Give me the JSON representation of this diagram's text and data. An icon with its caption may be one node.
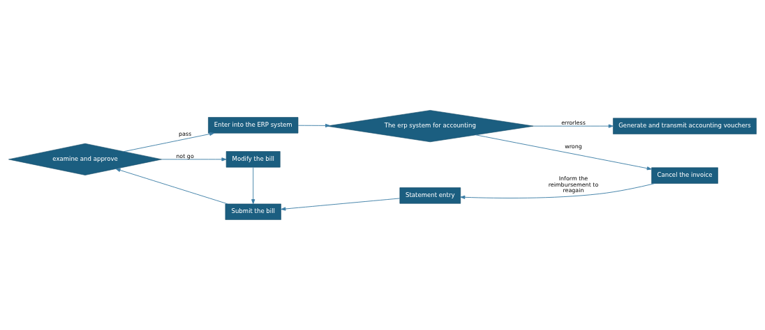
{
  "diagram": {
    "nodes": [
      {
        "text": [
          "examine and approve"
        ]
      },
      {
        "text": [
          "Enter into the ERP system"
        ]
      },
      {
        "text": [
          "The erp system for accounting"
        ]
      },
      {
        "text": [
          "Generate and transmit accounting vouchers"
        ]
      },
      {
        "text": [
          "Cancel the invoice"
        ]
      },
      {
        "text": [
          "Modify the bill"
        ]
      },
      {
        "text": [
          "Statement entry"
        ]
      },
      {
        "text": [
          "Submit the bill"
        ]
      }
    ],
    "edges": [
      {
        "from": 0,
        "to": 1,
        "arrow": "to",
        "label": "pass"
      },
      {
        "from": 0,
        "to": 5,
        "arrow": "to",
        "label": "not go"
      },
      {
        "from": 1,
        "to": 2,
        "arrow": "to"
      },
      {
        "from": 2,
        "to": 3,
        "arrow": "to",
        "label": "errorless"
      },
      {
        "from": 2,
        "to": 4,
        "arrow": "to",
        "label": "wrong"
      },
      {
        "from": 4,
        "to": 6,
        "arrow": "to",
        "label": "Inform the reimbursement to reagain"
      },
      {
        "from": 6,
        "to": 7,
        "arrow": "to"
      },
      {
        "from": 5,
        "to": 7,
        "arrow": "to"
      },
      {
        "from": 7,
        "to": 0,
        "arrow": "to"
      }
    ]
  }
}
